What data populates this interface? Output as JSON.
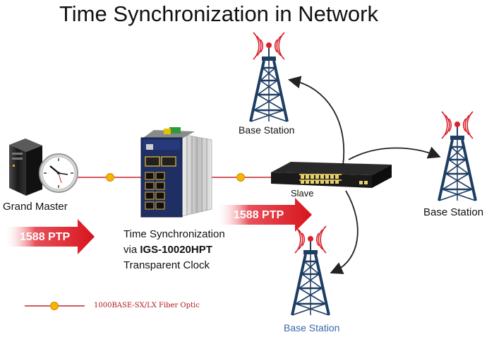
{
  "title": "Time Synchronization in Network",
  "nodes": {
    "grand_master": "Grand Master",
    "base_station_top": "Base Station",
    "base_station_right": "Base Station",
    "base_station_bottom": "Base Station",
    "slave": "Slave"
  },
  "transparent_clock": {
    "line1": "Time Synchronization",
    "line2_prefix": "via ",
    "line2_model": "IGS-10020HPT",
    "line3": "Transparent Clock"
  },
  "ptp_arrows": {
    "left": "1588 PTP",
    "right": "1588 PTP"
  },
  "legend": {
    "fiber_label": "1000BASE-SX/LX Fiber Optic"
  },
  "colors": {
    "fiber_line": "#c8202a",
    "fiber_node": "#f5b400",
    "arrow_red": "#d7141c",
    "tower_blue": "#1d3d63",
    "signal_red": "#d9202a",
    "switch_blue": "#1f2f63"
  },
  "icons": [
    "server-icon",
    "clock-icon",
    "industrial-switch-icon",
    "rack-switch-icon",
    "radio-tower-icon"
  ]
}
